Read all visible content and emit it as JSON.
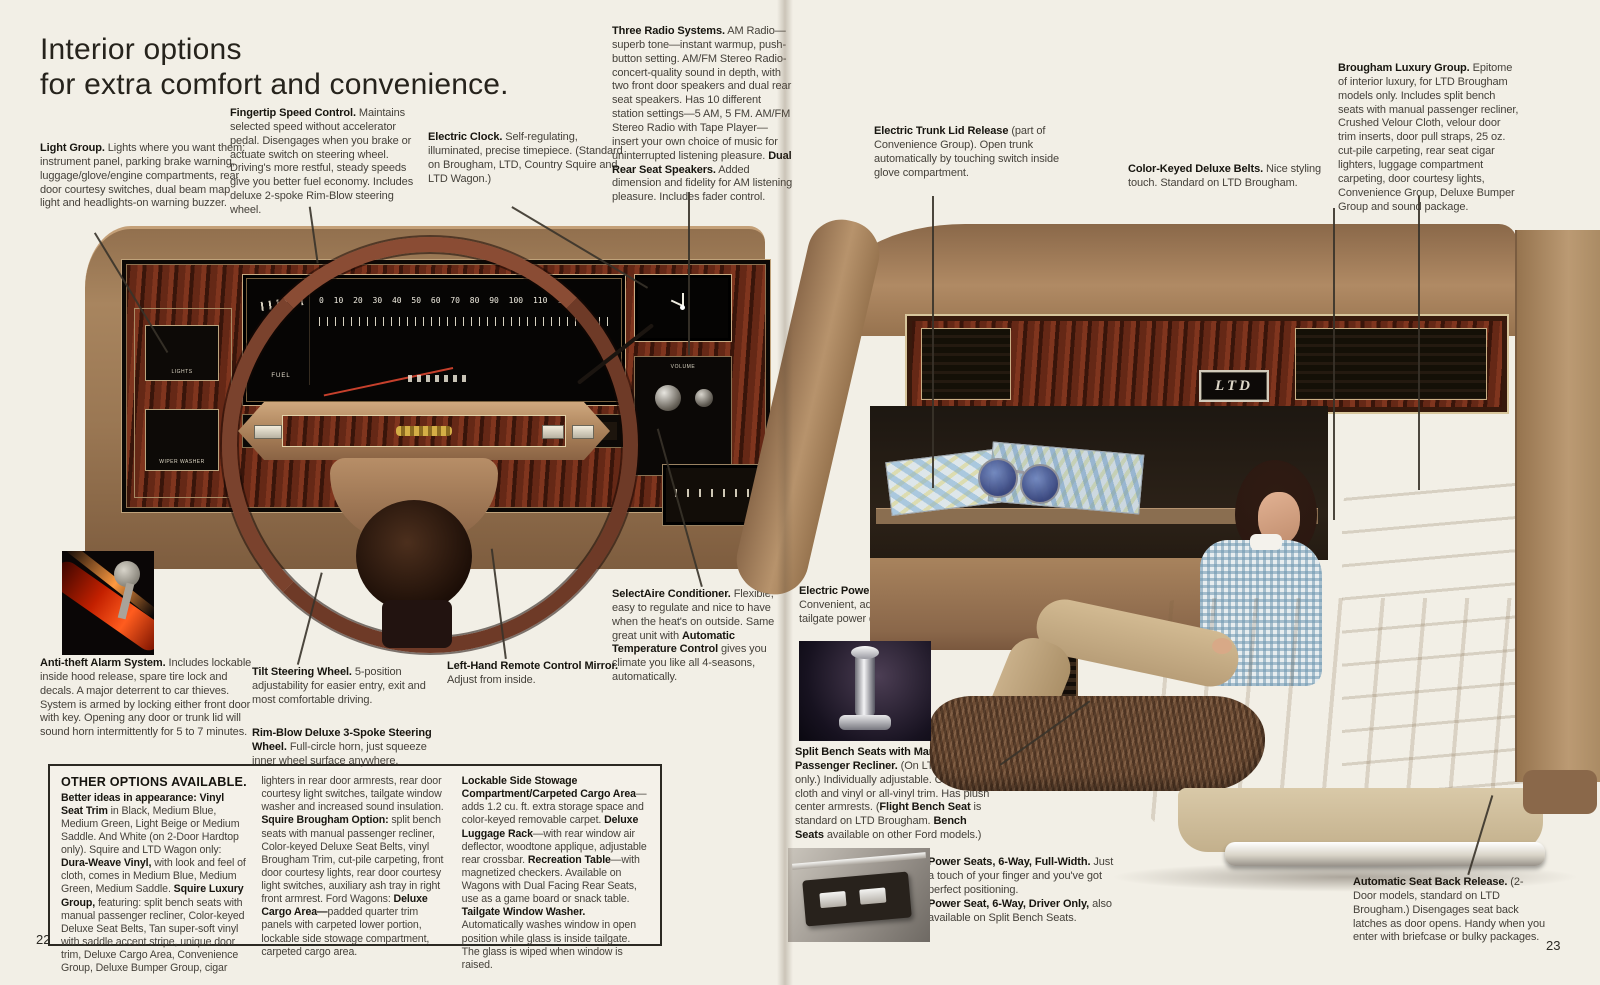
{
  "page": {
    "title_line1": "Interior options",
    "title_line2": "for extra comfort and convenience.",
    "page_number_left": "22",
    "page_number_right": "23",
    "colors": {
      "paper": "#f2efe6",
      "dash_tan": "#a8855f",
      "woodgrain": "#4e2415",
      "wheel_brown": "#6e3a27",
      "seat_cream": "#e2d4b4",
      "needle_red": "#c6402c"
    }
  },
  "callouts": {
    "light_group": {
      "segments": [
        {
          "b": true,
          "t": "Light Group."
        },
        {
          "t": " Lights where you want them: instrument panel, parking brake warning, luggage/glove/engine compartments, rear door courtesy switches, dual beam map light and headlights-on warning buzzer."
        }
      ]
    },
    "fingertip_speed_control": {
      "segments": [
        {
          "b": true,
          "t": "Fingertip Speed Control."
        },
        {
          "t": " Maintains selected speed without accelerator pedal. Disengages when you brake or actuate switch on steering wheel. Driving's more restful, steady speeds give you better fuel economy. Includes deluxe 2-spoke Rim-Blow steering wheel."
        }
      ]
    },
    "electric_clock": {
      "segments": [
        {
          "b": true,
          "t": "Electric Clock."
        },
        {
          "t": " Self-regulating, illuminated, precise timepiece. (Standard on Brougham, LTD, Country Squire and LTD Wagon.)"
        }
      ]
    },
    "three_radio_systems": {
      "segments": [
        {
          "b": true,
          "t": "Three Radio Systems."
        },
        {
          "t": " AM Radio—superb tone—instant warmup, push-button setting. AM/FM Stereo Radio-concert-quality sound in depth, with two front door speakers and dual rear seat speakers. Has 10 different station settings—5 AM, 5 FM. AM/FM Stereo Radio with Tape Player—insert your own choice of music for uninterrupted listening pleasure. "
        },
        {
          "b": true,
          "t": "Dual Rear Seat Speakers."
        },
        {
          "t": " Added dimension and fidelity for AM listening pleasure. Includes fader control."
        }
      ]
    },
    "electric_trunk_lid_release": {
      "segments": [
        {
          "b": true,
          "t": "Electric Trunk Lid Release"
        },
        {
          "t": " (part of Convenience Group). Open trunk automatically by touching switch inside glove compartment."
        }
      ]
    },
    "color_keyed_deluxe_belts": {
      "segments": [
        {
          "b": true,
          "t": "Color-Keyed Deluxe Belts."
        },
        {
          "t": " Nice styling touch. Standard on LTD Brougham."
        }
      ]
    },
    "brougham_luxury_group": {
      "segments": [
        {
          "b": true,
          "t": "Brougham Luxury Group."
        },
        {
          "t": " Epitome of interior luxury, for LTD Brougham models only. Includes split bench seats with manual passenger recliner, Crushed Velour Cloth, velour door trim inserts, door pull straps, 25 oz. cut-pile carpeting, rear seat cigar lighters, luggage compartment carpeting, door courtesy lights, Convenience Group, Deluxe Bumper Group and sound package."
        }
      ]
    },
    "selectaire_conditioner": {
      "segments": [
        {
          "b": true,
          "t": "SelectAire Conditioner."
        },
        {
          "t": " Flexible, easy to regulate and nice to have when the heat's on outside. Same great unit with "
        },
        {
          "b": true,
          "t": "Automatic Temperature Control"
        },
        {
          "t": " gives you climate you like all 4-seasons, automatically."
        }
      ]
    },
    "anti_theft_alarm_system": {
      "segments": [
        {
          "b": true,
          "t": "Anti-theft Alarm System."
        },
        {
          "t": " Includes lockable inside hood release, spare tire lock and decals. A major deterrent to car thieves. System is armed by locking either front door with key. Opening any door or trunk lid will sound horn intermittently for 5 to 7 minutes."
        }
      ]
    },
    "tilt_steering_wheel": {
      "segments": [
        {
          "b": true,
          "t": "Tilt Steering Wheel."
        },
        {
          "t": " 5-position adjustability for easier entry, exit and most comfortable driving."
        }
      ]
    },
    "rim_blow_steering_wheel": {
      "segments": [
        {
          "b": true,
          "t": "Rim-Blow Deluxe 3-Spoke Steering Wheel."
        },
        {
          "t": " Full-circle horn, just squeeze inner wheel surface anywhere."
        }
      ]
    },
    "left_hand_mirror": {
      "segments": [
        {
          "b": true,
          "t": "Left-Hand Remote Control Mirror."
        },
        {
          "t": " Adjust from inside."
        }
      ]
    },
    "electric_power_door_locks": {
      "segments": [
        {
          "b": true,
          "t": "Electric Power Door Locks."
        },
        {
          "t": " Convenient, added security. Includes tailgate power door lock on Wagons."
        }
      ]
    },
    "split_bench_seats": {
      "segments": [
        {
          "b": true,
          "t": "Split Bench Seats with Manual Passenger Recliner."
        },
        {
          "t": " (On LTD Brougham only.) Individually adjustable. Choice of cloth and vinyl or all-vinyl trim. Has plush center armrests. ("
        },
        {
          "b": true,
          "t": "Flight Bench Seat"
        },
        {
          "t": " is standard on LTD Brougham. "
        },
        {
          "b": true,
          "t": "Bench Seats"
        },
        {
          "t": " available on other Ford models.)"
        }
      ]
    },
    "power_seats_full_width": {
      "segments": [
        {
          "b": true,
          "t": "Power Seats, 6-Way, Full-Width."
        },
        {
          "t": " Just a touch of your finger and you've got perfect positioning."
        }
      ]
    },
    "power_seat_driver_only": {
      "segments": [
        {
          "b": true,
          "t": "Power Seat, 6-Way, Driver Only,"
        },
        {
          "t": " also available on Split Bench Seats."
        }
      ]
    },
    "automatic_seat_back_release": {
      "segments": [
        {
          "b": true,
          "t": "Automatic Seat Back Release."
        },
        {
          "t": " (2-Door models, standard on LTD Brougham.) Disengages seat back latches as door opens. Handy when you enter with briefcase or bulky packages."
        }
      ]
    }
  },
  "other_options_box": {
    "heading": "OTHER OPTIONS AVAILABLE.",
    "column1": {
      "segments": [
        {
          "b": true,
          "t": "Better ideas in appearance: Vinyl Seat Trim"
        },
        {
          "t": " in Black, Medium Blue, Medium Green, Light Beige or Medium Saddle. And White (on 2-Door Hardtop only). Squire and LTD Wagon only: "
        },
        {
          "b": true,
          "t": "Dura-Weave Vinyl,"
        },
        {
          "t": " with look and feel of cloth, comes in Medium Blue, Medium Green, Medium Saddle. "
        },
        {
          "b": true,
          "t": "Squire Luxury Group,"
        },
        {
          "t": " featuring: split bench seats with manual passenger recliner, Color-keyed Deluxe Seat Belts, Tan super-soft vinyl with saddle accent stripe, unique door trim, Deluxe Cargo Area, Convenience Group, Deluxe Bumper Group, cigar"
        }
      ]
    },
    "column2": {
      "segments": [
        {
          "t": "lighters in rear door armrests, rear door courtesy light switches, tailgate window washer and increased sound insulation. "
        },
        {
          "b": true,
          "t": "Squire Brougham Option:"
        },
        {
          "t": " split bench seats with manual passenger recliner, Color-keyed Deluxe Seat Belts, vinyl Brougham Trim, cut-pile carpeting, front door courtesy lights, rear door courtesy light switches, auxiliary ash tray in right front armrest. Ford Wagons: "
        },
        {
          "b": true,
          "t": "Deluxe Cargo Area—"
        },
        {
          "t": "padded quarter trim panels with carpeted lower portion, lockable side stowage compartment, carpeted cargo area."
        }
      ]
    },
    "column3": {
      "segments": [
        {
          "b": true,
          "t": "Lockable Side Stowage Compartment/Carpeted Cargo Area"
        },
        {
          "t": "—adds 1.2 cu. ft. extra storage space and color-keyed removable carpet. "
        },
        {
          "b": true,
          "t": "Deluxe Luggage Rack"
        },
        {
          "t": "—with rear window air deflector, woodtone applique, adjustable rear crossbar. "
        },
        {
          "b": true,
          "t": "Recreation Table"
        },
        {
          "t": "—with magnetized checkers. Available on Wagons with Dual Facing Rear Seats, use as a game board or snack table. "
        },
        {
          "b": true,
          "t": "Tailgate Window Washer."
        },
        {
          "t": " Automatically washes window in open position while glass is inside tailgate. The glass is wiped when window is raised."
        }
      ]
    }
  },
  "dashboard": {
    "ltd_badge": "LTD",
    "fuel_label": "FUEL",
    "lights_label": "LIGHTS",
    "wiper_label": "WIPER WASHER",
    "volume_label": "VOLUME",
    "speedometer_numbers": "0 10 20 30 40 50 60 70 80 90 100 110 120"
  }
}
